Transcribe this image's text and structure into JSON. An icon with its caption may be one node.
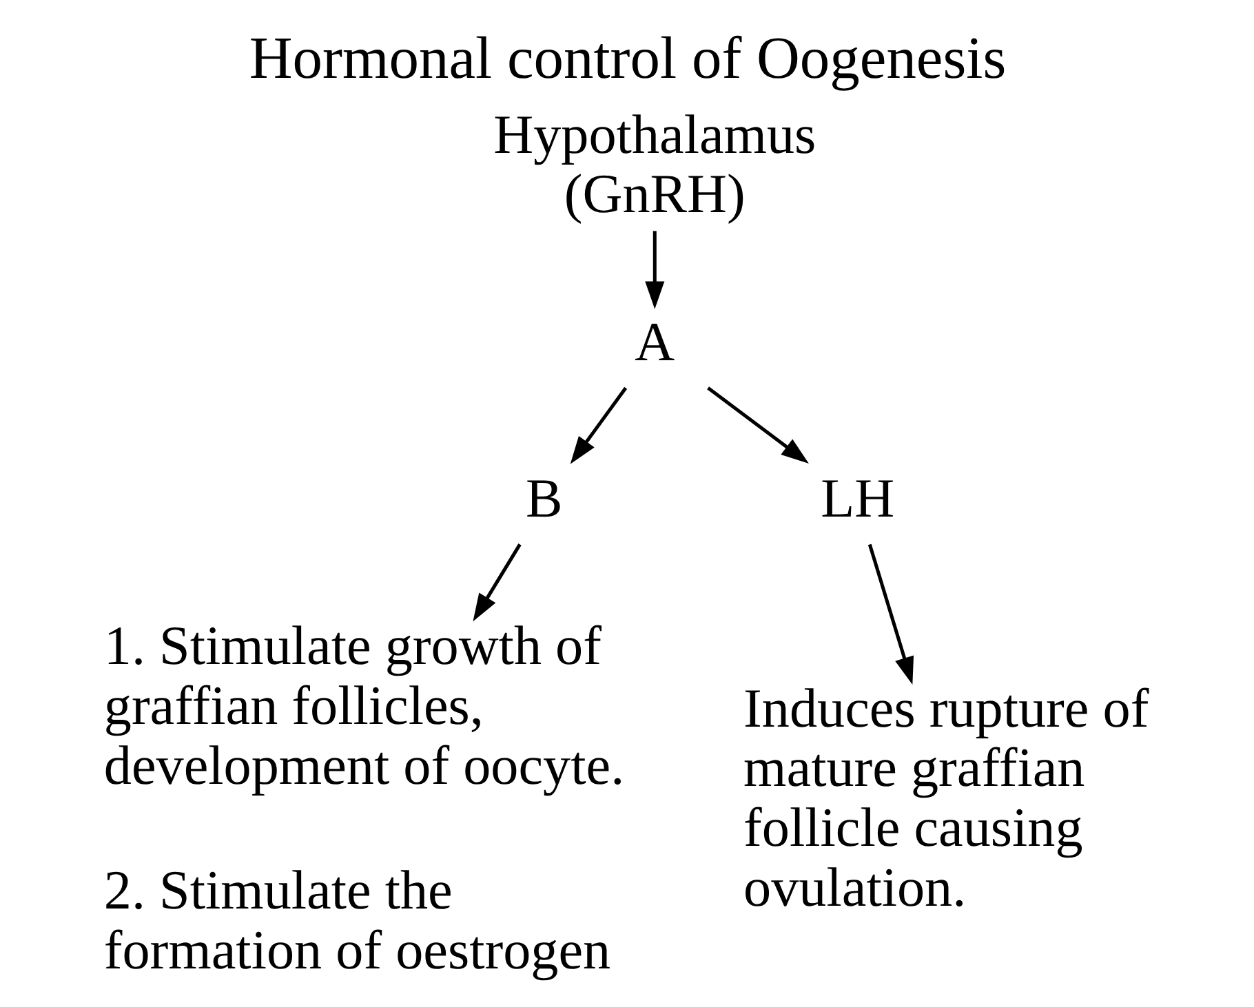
{
  "diagram": {
    "title": "Hormonal control of Oogenesis",
    "nodes": [
      {
        "text": [
          "Hypothalamus (GnRH)"
        ]
      },
      {
        "text": [
          "A"
        ]
      },
      {
        "text": [
          "B"
        ]
      },
      {
        "text": [
          "LH"
        ]
      },
      {
        "text": [
          "1. Stimulate growth of graffian follicles, development of oocyte.",
          "2. Stimulate the formation of oestrogen"
        ]
      },
      {
        "text": [
          "Induces rupture of mature graffian follicle causing ovulation."
        ]
      }
    ],
    "edges": [
      {
        "from": 0,
        "to": 1,
        "arrow": "to"
      },
      {
        "from": 1,
        "to": 2,
        "arrow": "to"
      },
      {
        "from": 1,
        "to": 3,
        "arrow": "to"
      },
      {
        "from": 2,
        "to": 4,
        "arrow": "to"
      },
      {
        "from": 3,
        "to": 5,
        "arrow": "to"
      }
    ]
  }
}
